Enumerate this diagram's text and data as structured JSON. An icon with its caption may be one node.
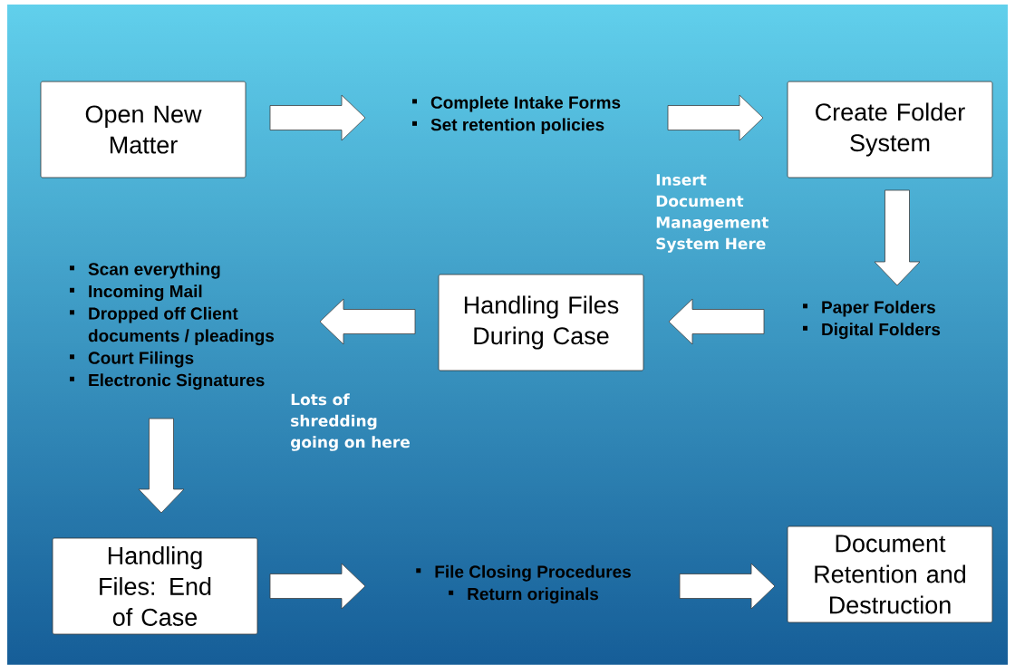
{
  "diagram": {
    "nodes": [
      {
        "text": [
          "Open New Matter"
        ]
      },
      {
        "text": [
          "Complete Intake Forms",
          "Set retention policies"
        ]
      },
      {
        "text": [
          "Create Folder System"
        ]
      },
      {
        "text": [
          "Paper Folders",
          "Digital Folders"
        ]
      },
      {
        "text": [
          "Handling Files During Case"
        ]
      },
      {
        "text": [
          "Scan everything",
          "Incoming Mail",
          "Dropped off Client documents / pleadings",
          "Court Filings",
          "Electronic Signatures"
        ]
      },
      {
        "text": [
          "Handling Files: End of Case"
        ]
      },
      {
        "text": [
          "File Closing Procedures",
          "Return originals"
        ]
      },
      {
        "text": [
          "Document Retention and Destruction"
        ]
      }
    ],
    "edges": [
      {
        "from": 0,
        "to": 1,
        "arrow": "to"
      },
      {
        "from": 1,
        "to": 2,
        "arrow": "to"
      },
      {
        "from": 2,
        "to": 3,
        "arrow": "to"
      },
      {
        "from": 3,
        "to": 4,
        "arrow": "to"
      },
      {
        "from": 4,
        "to": 5,
        "arrow": "to"
      },
      {
        "from": 5,
        "to": 6,
        "arrow": "to"
      },
      {
        "from": 6,
        "to": 7,
        "arrow": "to"
      },
      {
        "from": 7,
        "to": 8,
        "arrow": "to"
      }
    ],
    "labels": [
      "Insert Document Management System Here",
      "Lots of shredding going on here"
    ]
  }
}
